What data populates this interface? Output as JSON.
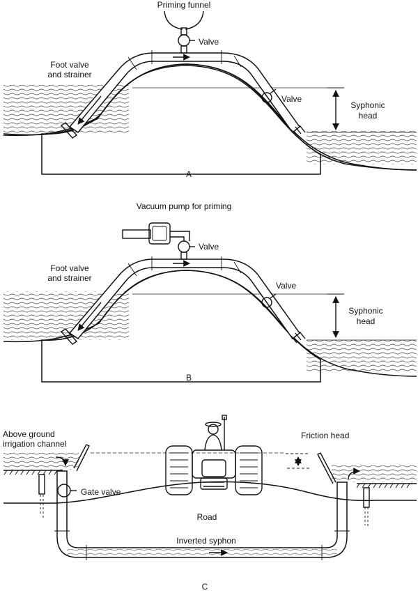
{
  "panels": {
    "A": {
      "letter": "A",
      "labels": {
        "priming": "Priming funnel",
        "valve_top": "Valve",
        "foot_valve_1": "Foot valve",
        "foot_valve_2": "and strainer",
        "valve_side": "Valve",
        "head_1": "Syphonic",
        "head_2": "head"
      }
    },
    "B": {
      "letter": "B",
      "labels": {
        "priming": "Vacuum pump for priming",
        "valve_top": "Valve",
        "foot_valve_1": "Foot valve",
        "foot_valve_2": "and strainer",
        "valve_side": "Valve",
        "head_1": "Syphonic",
        "head_2": "head"
      }
    },
    "C": {
      "letter": "C",
      "labels": {
        "channel_1": "Above ground",
        "channel_2": "irrigation channel",
        "gate_valve": "Gate valve",
        "friction_head": "Friction head",
        "road": "Road",
        "inverted": "Inverted syphon"
      }
    }
  }
}
